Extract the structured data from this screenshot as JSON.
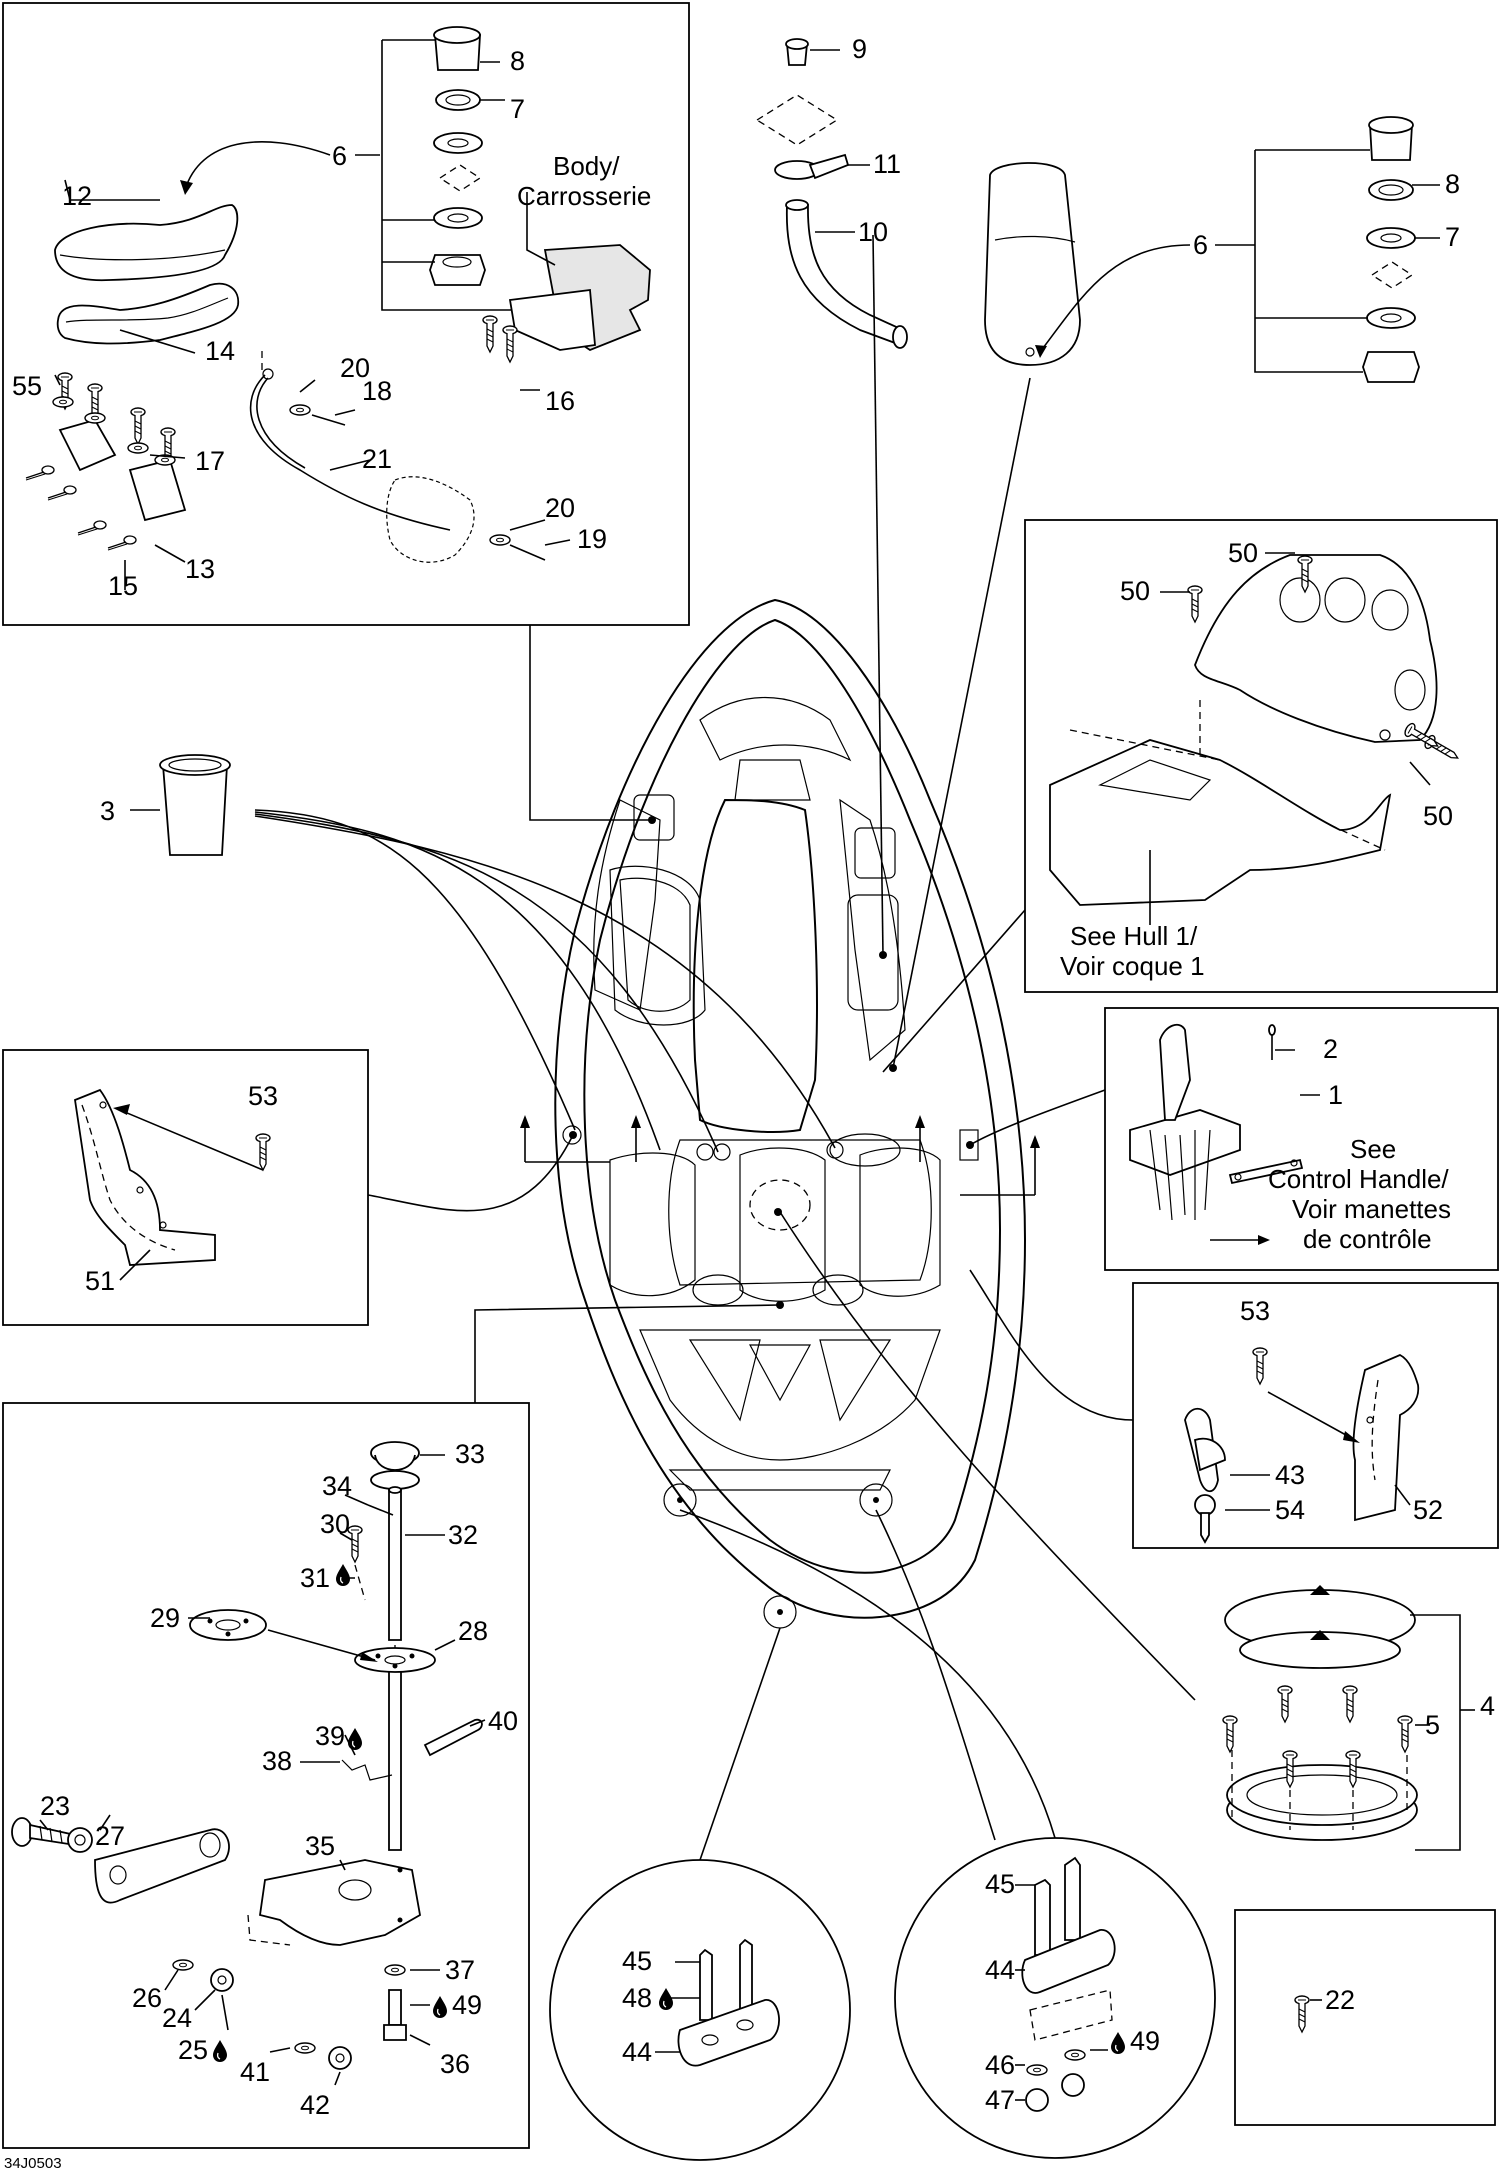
{
  "diagram_id": "34J0503",
  "callouts": [
    {
      "id": "c8a",
      "text": "8"
    },
    {
      "id": "c7a",
      "text": "7"
    },
    {
      "id": "c6a",
      "text": "6"
    },
    {
      "id": "c12",
      "text": "12"
    },
    {
      "id": "c14",
      "text": "14"
    },
    {
      "id": "c55",
      "text": "55"
    },
    {
      "id": "c17",
      "text": "17"
    },
    {
      "id": "c13",
      "text": "13"
    },
    {
      "id": "c15",
      "text": "15"
    },
    {
      "id": "c20a",
      "text": "20"
    },
    {
      "id": "c18",
      "text": "18"
    },
    {
      "id": "c21",
      "text": "21"
    },
    {
      "id": "c20b",
      "text": "20"
    },
    {
      "id": "c19",
      "text": "19"
    },
    {
      "id": "c16",
      "text": "16"
    },
    {
      "id": "c9",
      "text": "9"
    },
    {
      "id": "c11",
      "text": "11"
    },
    {
      "id": "c10",
      "text": "10"
    },
    {
      "id": "c6b",
      "text": "6"
    },
    {
      "id": "c8b",
      "text": "8"
    },
    {
      "id": "c7b",
      "text": "7"
    },
    {
      "id": "c50a",
      "text": "50"
    },
    {
      "id": "c50b",
      "text": "50"
    },
    {
      "id": "c50c",
      "text": "50"
    },
    {
      "id": "c3",
      "text": "3"
    },
    {
      "id": "c2",
      "text": "2"
    },
    {
      "id": "c1",
      "text": "1"
    },
    {
      "id": "c53a",
      "text": "53"
    },
    {
      "id": "c51",
      "text": "51"
    },
    {
      "id": "c53b",
      "text": "53"
    },
    {
      "id": "c43",
      "text": "43"
    },
    {
      "id": "c54",
      "text": "54"
    },
    {
      "id": "c52",
      "text": "52"
    },
    {
      "id": "c33",
      "text": "33"
    },
    {
      "id": "c34",
      "text": "34"
    },
    {
      "id": "c32",
      "text": "32"
    },
    {
      "id": "c30",
      "text": "30"
    },
    {
      "id": "c31",
      "text": "31"
    },
    {
      "id": "c29",
      "text": "29"
    },
    {
      "id": "c28",
      "text": "28"
    },
    {
      "id": "c40",
      "text": "40"
    },
    {
      "id": "c39",
      "text": "39"
    },
    {
      "id": "c38",
      "text": "38"
    },
    {
      "id": "c23",
      "text": "23"
    },
    {
      "id": "c27",
      "text": "27"
    },
    {
      "id": "c35",
      "text": "35"
    },
    {
      "id": "c26",
      "text": "26"
    },
    {
      "id": "c24",
      "text": "24"
    },
    {
      "id": "c25",
      "text": "25"
    },
    {
      "id": "c37",
      "text": "37"
    },
    {
      "id": "c49a",
      "text": "49"
    },
    {
      "id": "c36",
      "text": "36"
    },
    {
      "id": "c41",
      "text": "41"
    },
    {
      "id": "c42",
      "text": "42"
    },
    {
      "id": "c4",
      "text": "4"
    },
    {
      "id": "c5",
      "text": "5"
    },
    {
      "id": "c45a",
      "text": "45"
    },
    {
      "id": "c48",
      "text": "48"
    },
    {
      "id": "c44a",
      "text": "44"
    },
    {
      "id": "c45b",
      "text": "45"
    },
    {
      "id": "c44b",
      "text": "44"
    },
    {
      "id": "c46",
      "text": "46"
    },
    {
      "id": "c49b",
      "text": "49"
    },
    {
      "id": "c47",
      "text": "47"
    },
    {
      "id": "c22",
      "text": "22"
    }
  ],
  "notes": {
    "body_line1": "Body/",
    "body_line2": "Carrosserie",
    "hull_line1": "See Hull 1/",
    "hull_line2": "Voir coque 1",
    "ctrl_line1": "See",
    "ctrl_line2": "Control Handle/",
    "ctrl_line3": "Voir manettes",
    "ctrl_line4": "de contrôle"
  },
  "symbols": {
    "sealant": "drop-icon"
  }
}
